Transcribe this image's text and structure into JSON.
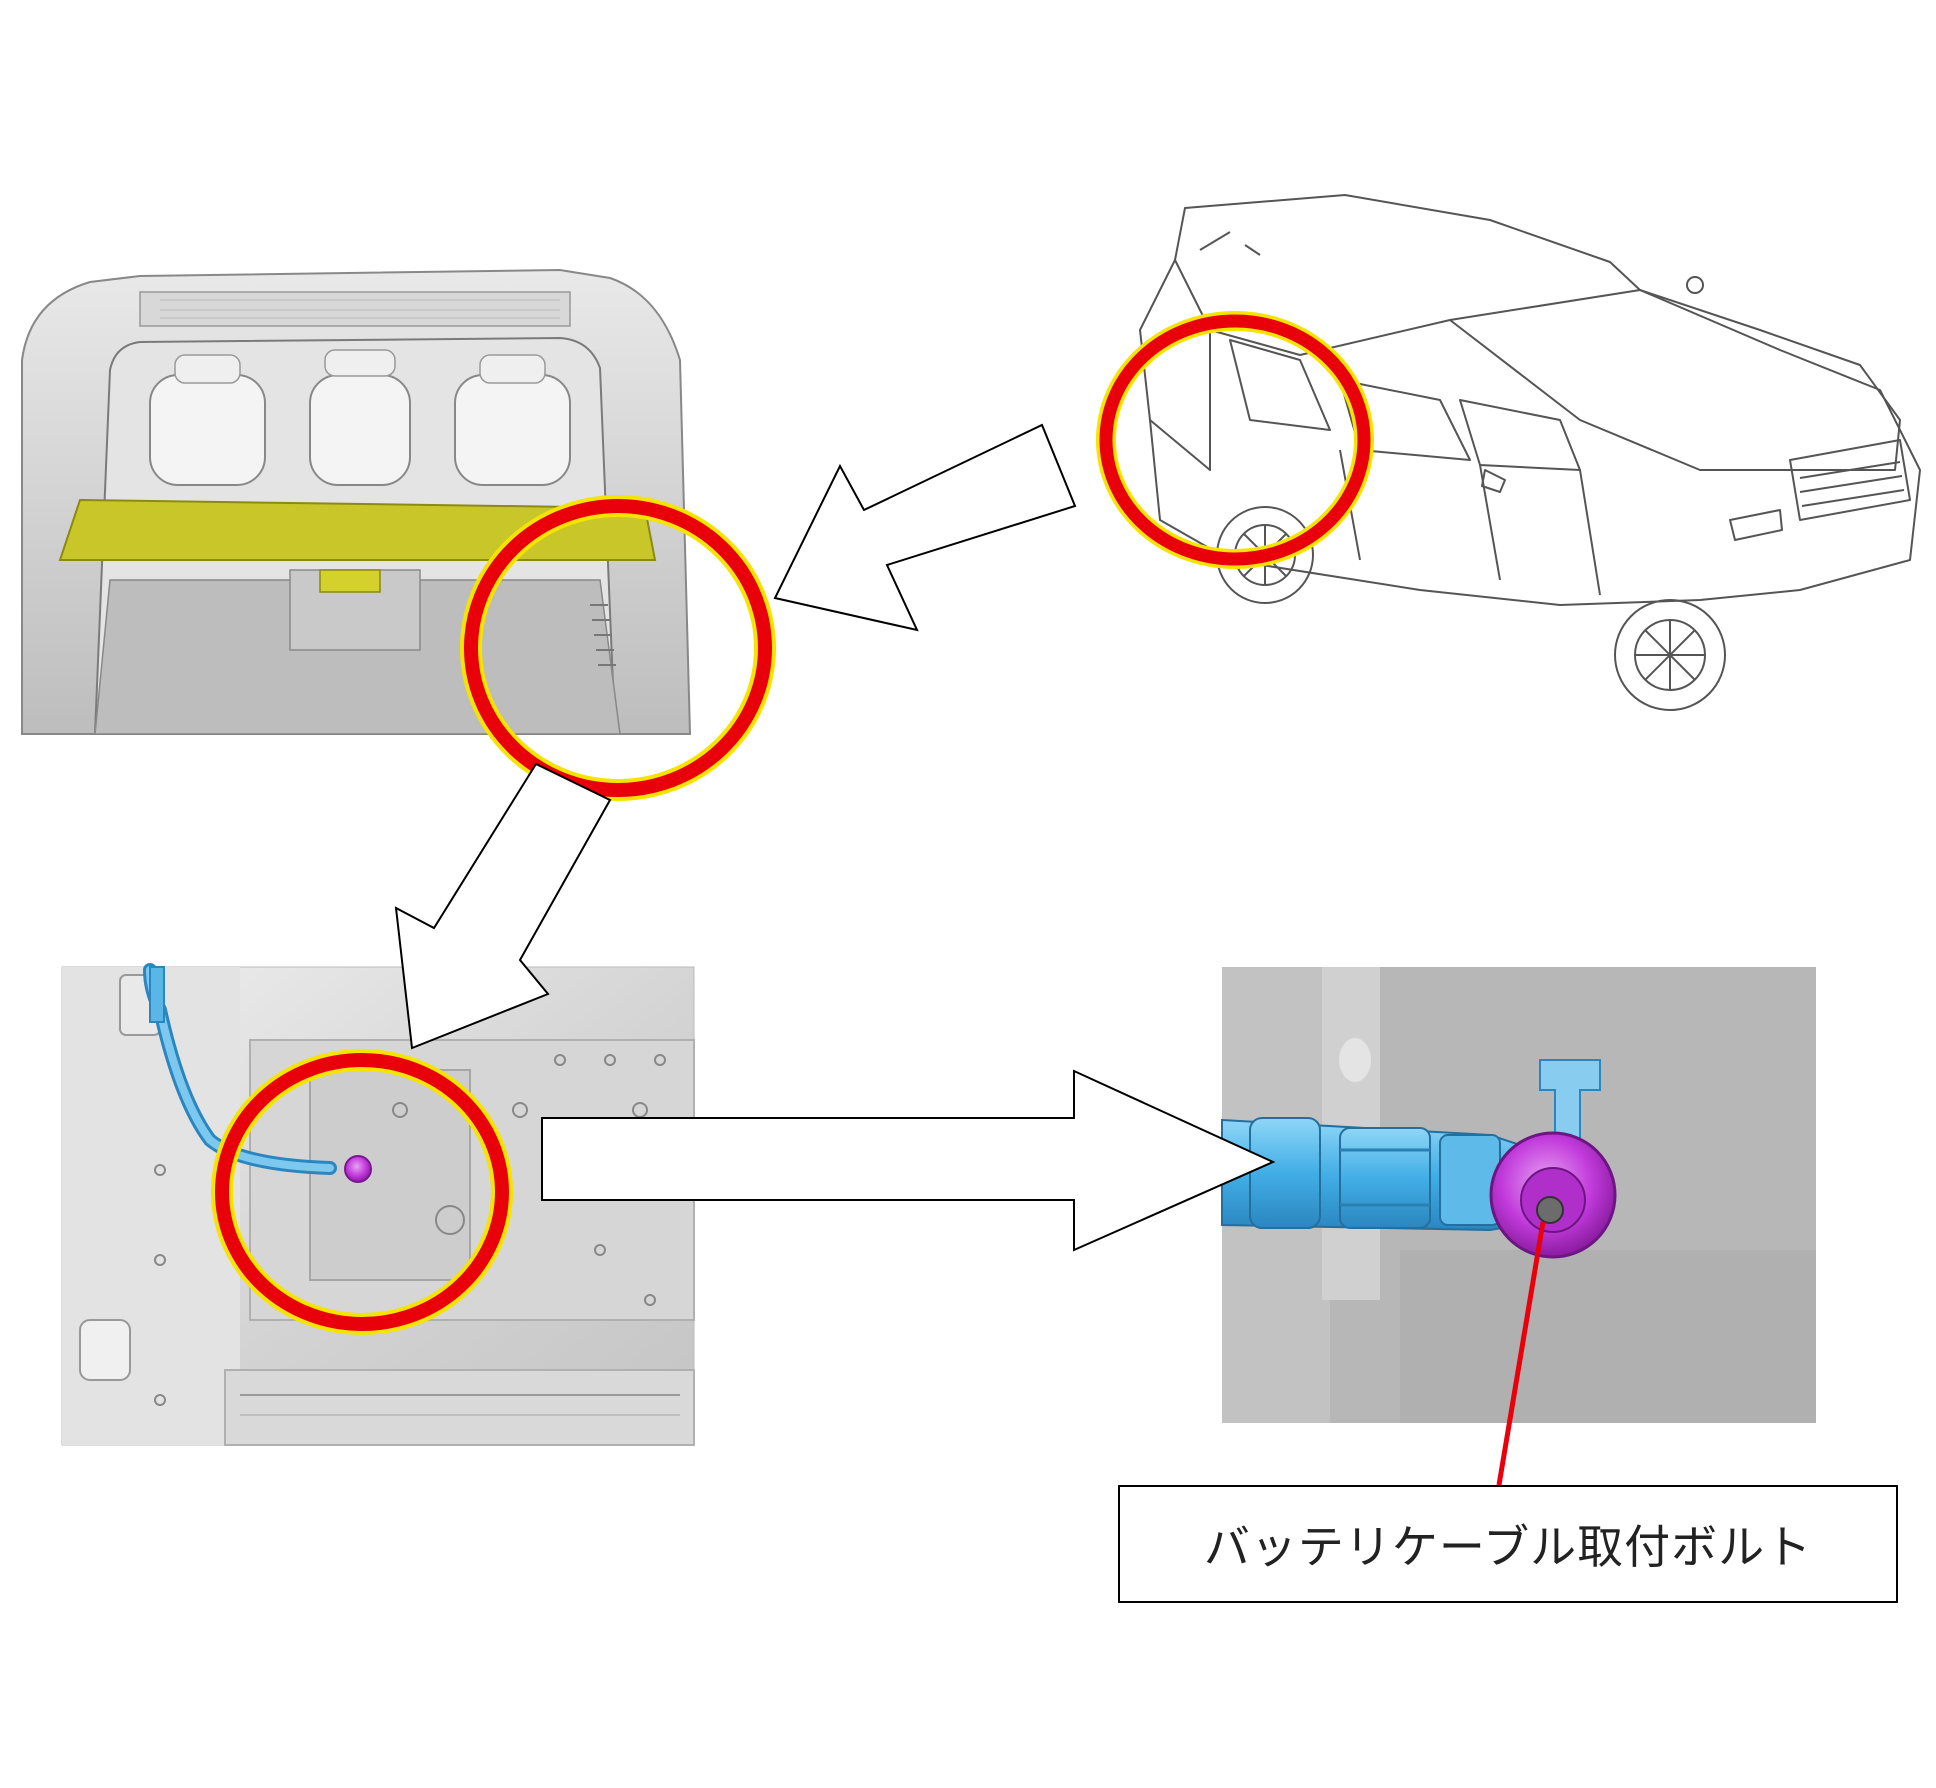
{
  "callout": {
    "label": "バッテリケーブル取付ボルト"
  },
  "colors": {
    "highlight_ring": "#e8000b",
    "ring_outline": "#f4e400",
    "cargo_cover": "#c9c62a",
    "battery_cable": "#4fb3e8",
    "bolt": "#c23bdc",
    "leader_line": "#e8000b"
  },
  "icons": {
    "vehicle_overview": "suv-line-drawing",
    "cargo_area": "cargo-area-render",
    "panel_view": "side-panel-render",
    "detail_view": "bolt-closeup-render"
  }
}
